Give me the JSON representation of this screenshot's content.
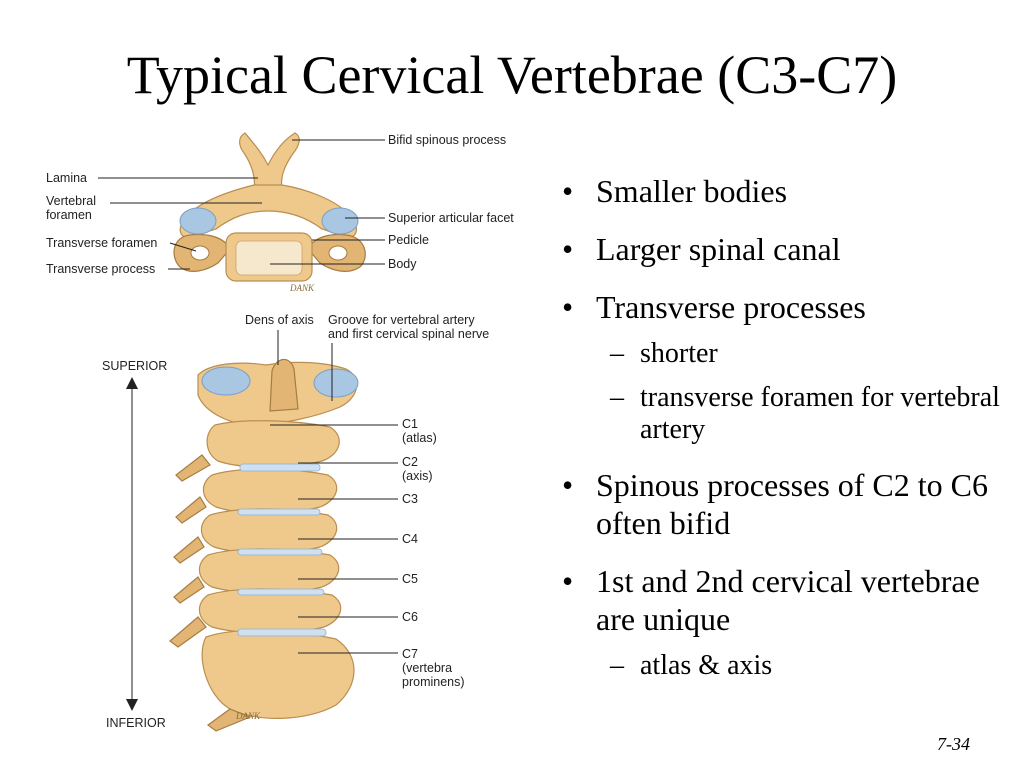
{
  "slide": {
    "title": "Typical Cervical Vertebrae (C3-C7)",
    "page_number": "7-34"
  },
  "figure": {
    "top_labels": {
      "bifid_spinous_process": "Bifid spinous process",
      "lamina": "Lamina",
      "vertebral_foramen_line1": "Vertebral",
      "vertebral_foramen_line2": "foramen",
      "superior_articular_facet": "Superior articular facet",
      "transverse_foramen": "Transverse foramen",
      "pedicle": "Pedicle",
      "transverse_process": "Transverse process",
      "body": "Body"
    },
    "artist_signature": "DANK",
    "column_labels": {
      "dens_of_axis": "Dens of axis",
      "groove_line1": "Groove for vertebral artery",
      "groove_line2": "and first cervical spinal nerve",
      "superior": "SUPERIOR",
      "inferior": "INFERIOR",
      "c1": "C1",
      "c1_sub": "(atlas)",
      "c2": "C2",
      "c2_sub": "(axis)",
      "c3": "C3",
      "c4": "C4",
      "c5": "C5",
      "c6": "C6",
      "c7": "C7",
      "c7_sub1": "(vertebra",
      "c7_sub2": "prominens)"
    },
    "colors": {
      "bone": "#EFC98C",
      "bone_outline": "#B98E4F",
      "facet": "#A9C7E3"
    }
  },
  "bullets": [
    {
      "text": "Smaller bodies",
      "subs": []
    },
    {
      "text": "Larger spinal canal",
      "subs": []
    },
    {
      "text": "Transverse processes",
      "subs": [
        "shorter",
        "transverse foramen for vertebral artery"
      ]
    },
    {
      "text": "Spinous processes of C2 to C6 often bifid",
      "subs": []
    },
    {
      "text": "1st and 2nd cervical vertebrae are unique",
      "subs": [
        "atlas & axis"
      ]
    }
  ],
  "glyphs": {
    "bullet": "•",
    "dash": "–"
  }
}
